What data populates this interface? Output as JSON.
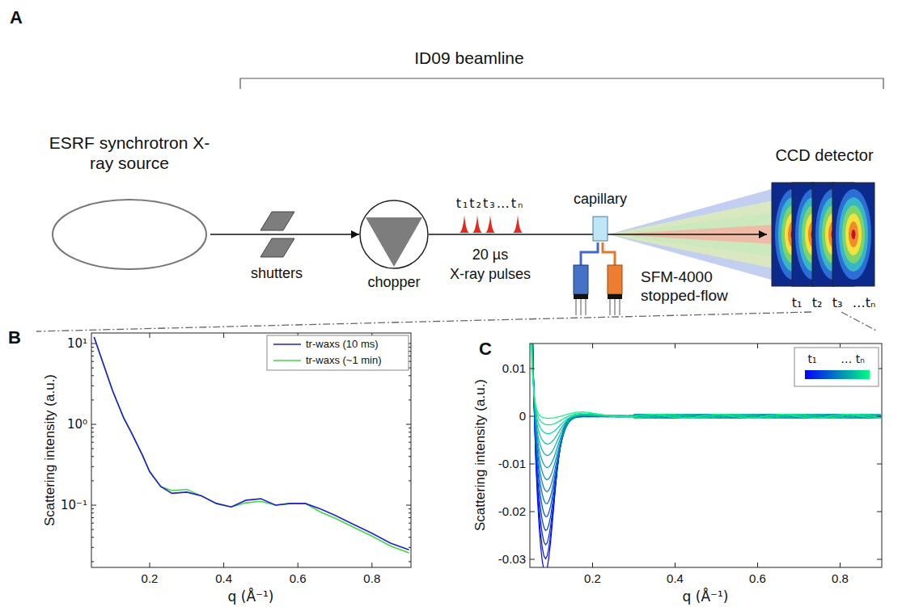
{
  "diagram": {
    "nodes": [
      {
        "text": [
          "ESRF synchrotron X-ray source"
        ]
      },
      {
        "text": [
          "shutters"
        ]
      },
      {
        "text": [
          "chopper"
        ]
      },
      {
        "text": [
          "capillary"
        ]
      },
      {
        "text": [
          "SFM-4000 stopped-flow"
        ]
      },
      {
        "text": [
          "CCD detector"
        ]
      }
    ],
    "edges": [
      {
        "from": 0,
        "to": 2,
        "arrow": "to"
      },
      {
        "from": 2,
        "to": 5,
        "arrow": "to"
      }
    ],
    "labels": [
      "A",
      "ID09 beamline",
      "t₁t₂t₃…tₙ",
      "20 µs",
      "X-ray pulses",
      "t₁",
      "t₂",
      "t₃",
      "…tₙ",
      "B",
      "C",
      "10¹",
      "10⁰",
      "10⁻¹",
      "0.2",
      "0.4",
      "0.6",
      "0.8",
      "Scattering intensity (a.u.)",
      "q (Å⁻¹)",
      "0.01",
      "0",
      "-0.01",
      "-0.02",
      "-0.03",
      "0.2",
      "0.4",
      "0.6",
      "0.8",
      "Scattering intensity (a.u.)",
      "q (Å⁻¹)",
      "t₁",
      "… tₙ"
    ],
    "legend": [
      {
        "text": "tr-waxs (10 ms)"
      },
      {
        "text": "tr-waxs (~1 min)"
      }
    ]
  }
}
